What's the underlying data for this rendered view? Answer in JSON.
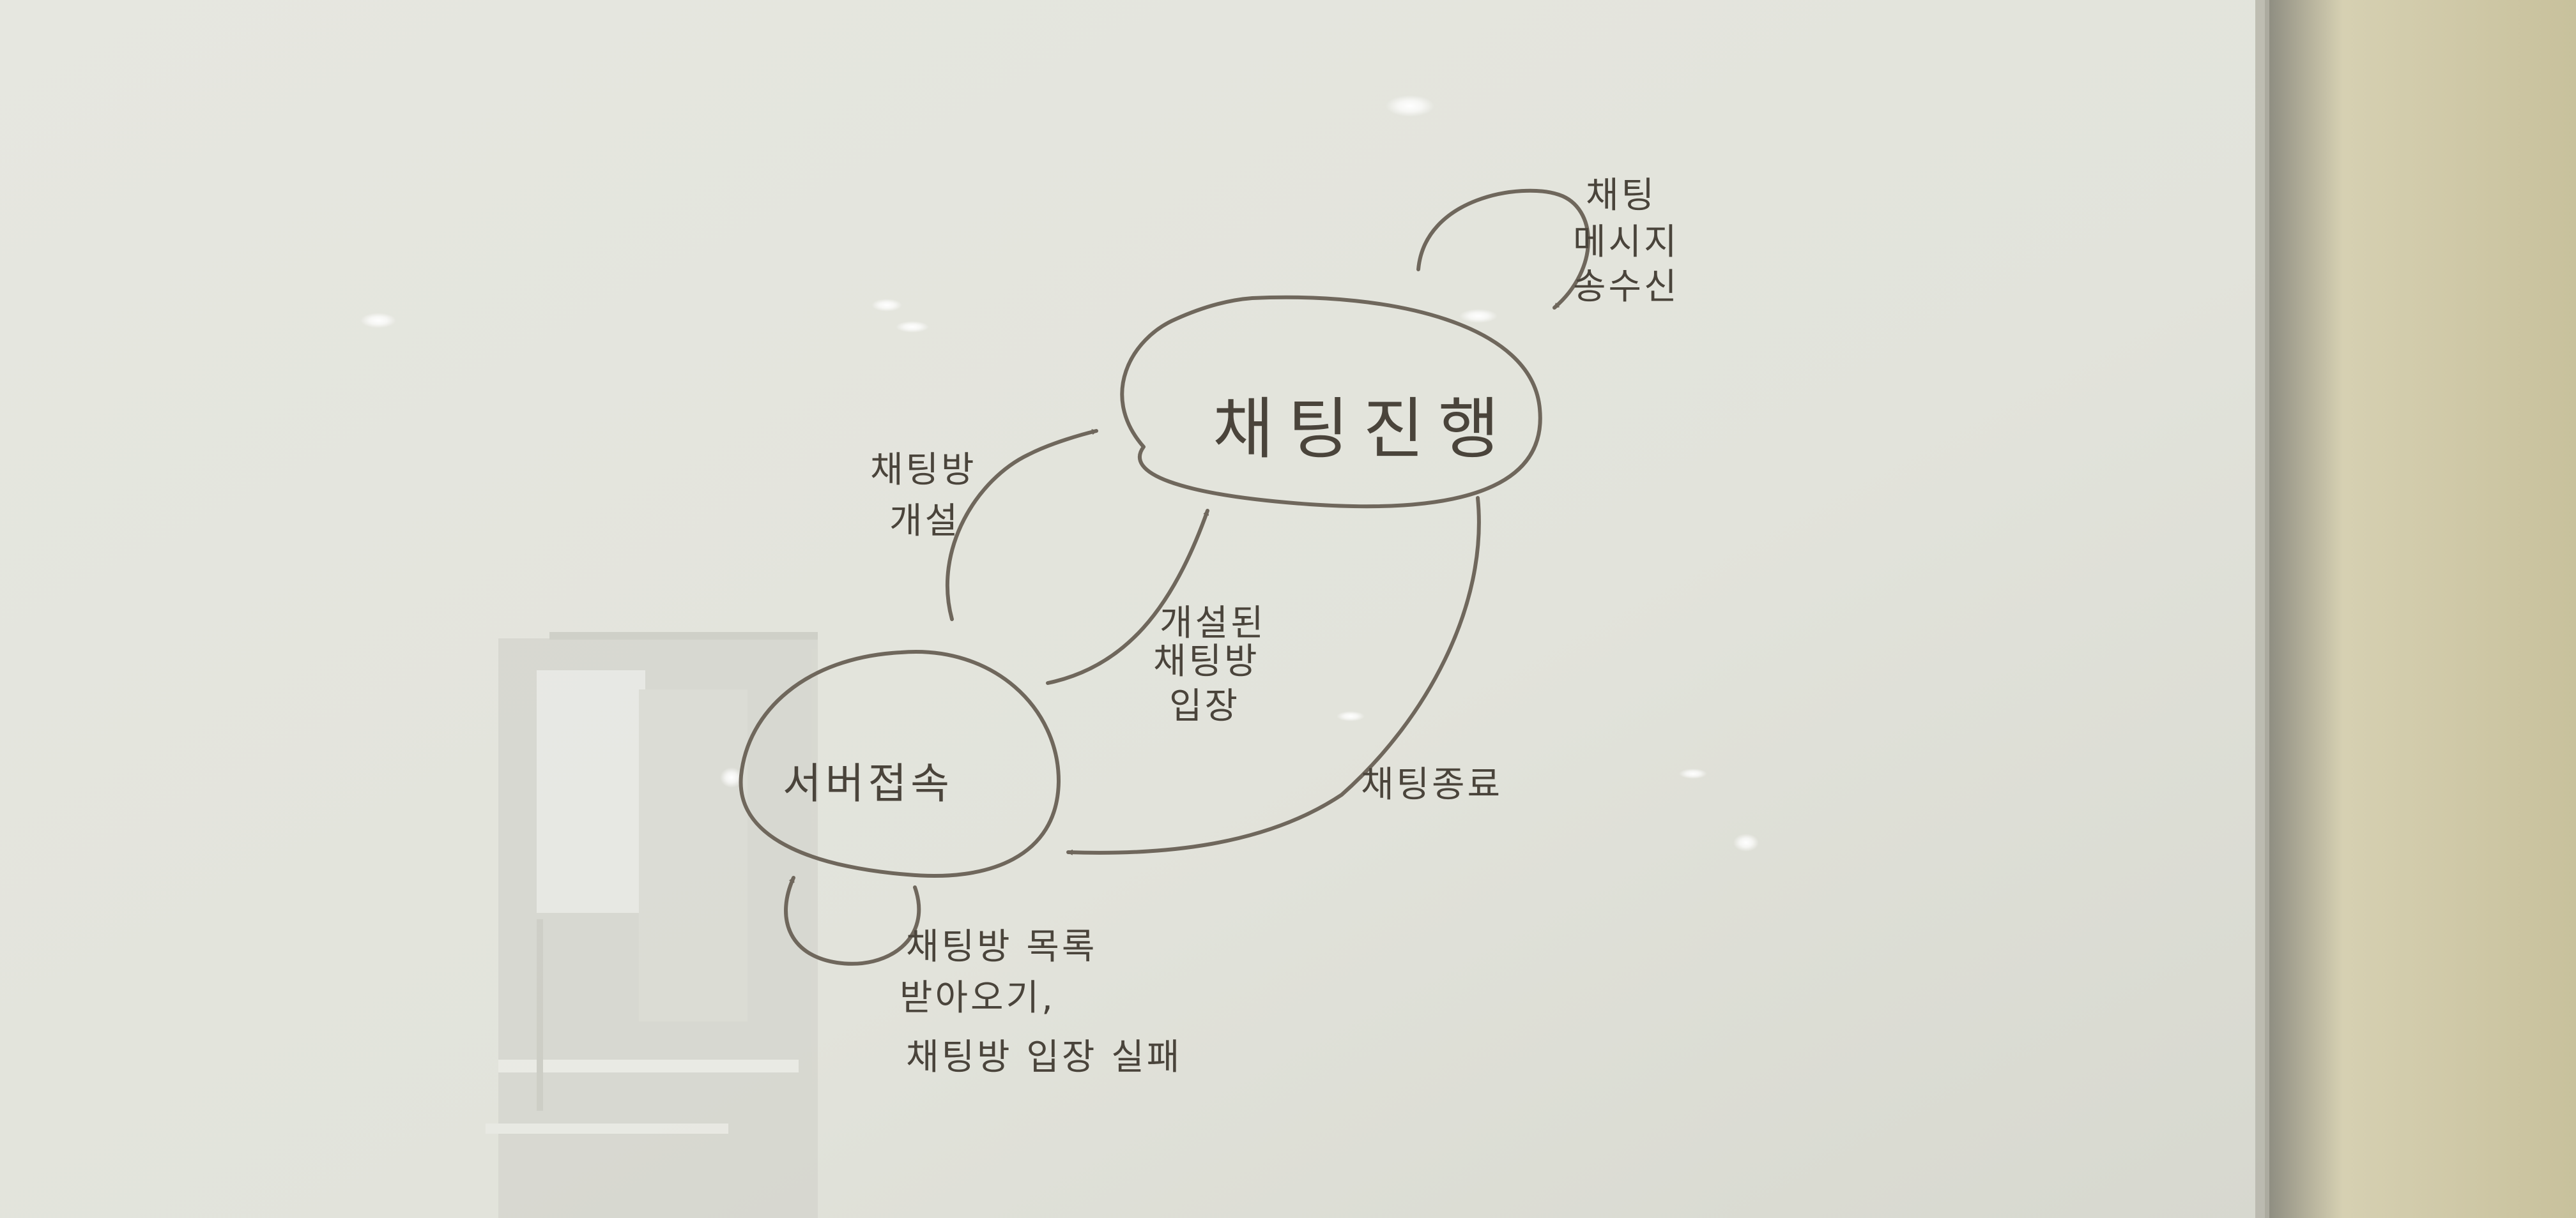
{
  "states": {
    "server_connect": "서버접속",
    "chat_in_progress": "채팅진행"
  },
  "transitions": {
    "create_room": [
      "채팅방",
      "개설"
    ],
    "enter_created_room": [
      "개설된",
      "채팅방",
      "입장"
    ],
    "end_chat": "채팅종료",
    "message_loop": [
      "채팅",
      "메시지",
      "송수신"
    ],
    "server_loop": [
      "채팅방 목록",
      "받아오기,",
      "채팅방 입장 실패"
    ]
  },
  "colors": {
    "board": "#e3e4dc",
    "ink": "#4a443b",
    "frame": "#ccc6a6"
  }
}
